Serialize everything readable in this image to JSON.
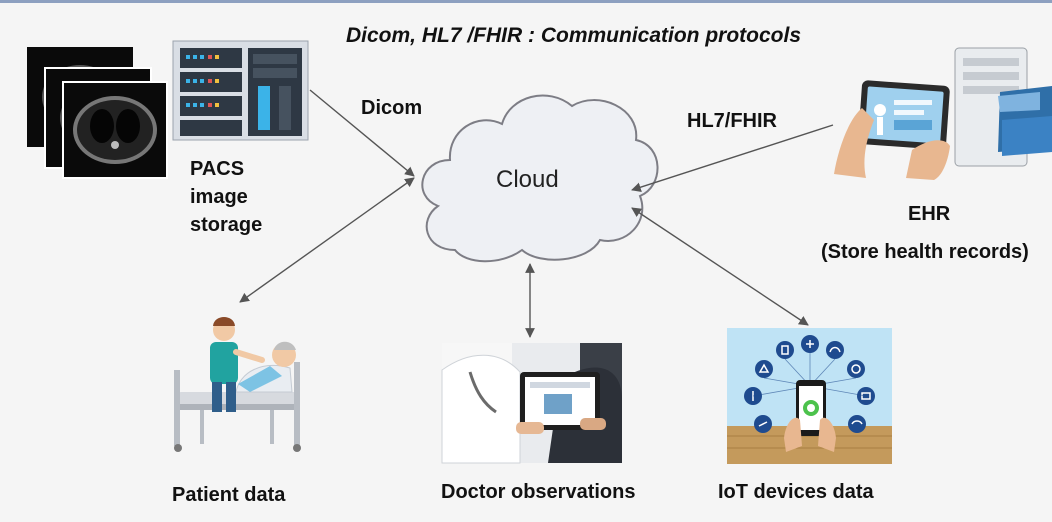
{
  "title": "Dicom, HL7 /FHIR : Communication protocols",
  "cloud": {
    "label": "Cloud"
  },
  "protocols": {
    "dicom": "Dicom",
    "hl7": "HL7/FHIR"
  },
  "pacs": {
    "line1": "PACS",
    "line2": "image",
    "line3": "storage"
  },
  "ehr": {
    "line1": "EHR",
    "line2": "(Store health records)"
  },
  "captions": {
    "patient": "Patient data",
    "doctor": "Doctor observations",
    "iot": "IoT devices data"
  },
  "colors": {
    "cloud_fill": "#eef0f4",
    "cloud_stroke": "#7d7d85",
    "arrow": "#555555",
    "accent_blue": "#2f80c9"
  }
}
